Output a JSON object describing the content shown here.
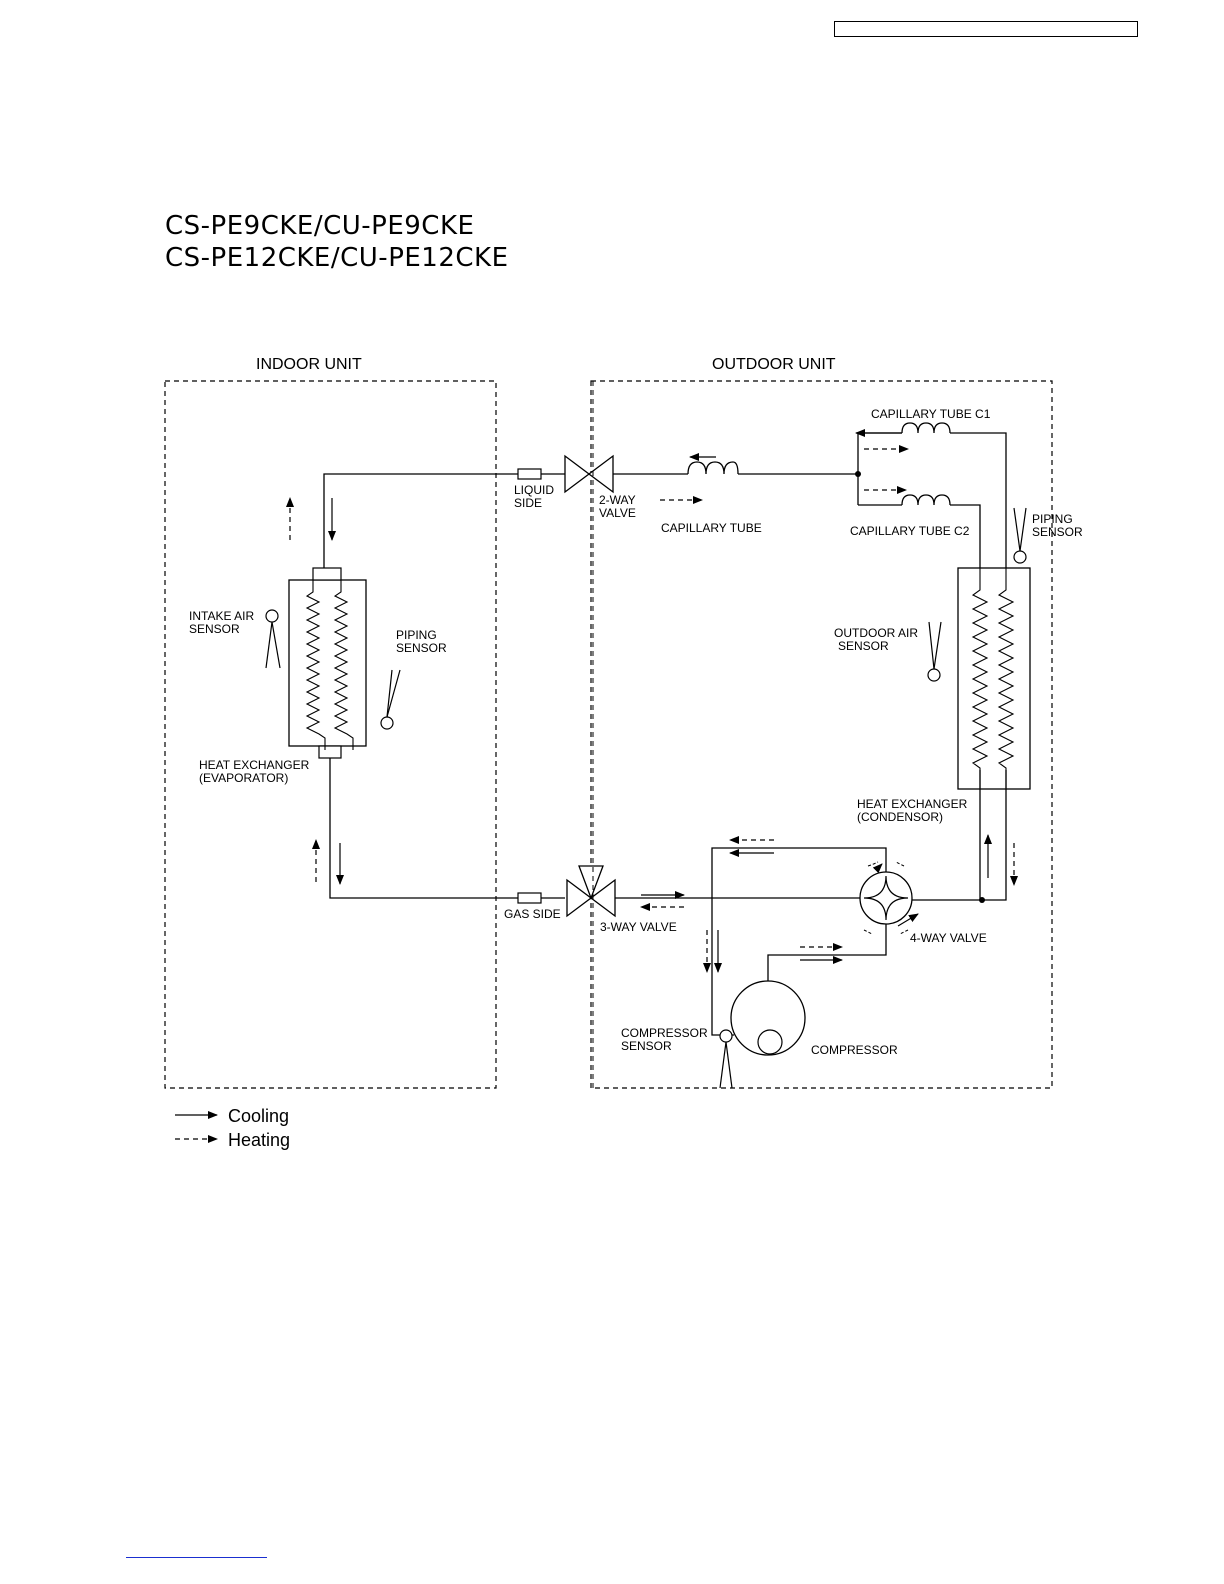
{
  "page": {
    "titles": [
      "CS-PE9CKE/CU-PE9CKE",
      "CS-PE12CKE/CU-PE12CKE"
    ]
  },
  "diagram": {
    "indoor_unit": "INDOOR UNIT",
    "outdoor_unit": "OUTDOOR UNIT",
    "liquid_side": [
      "LIQUID",
      "SIDE"
    ],
    "two_way_valve": [
      "2-WAY",
      "VALVE"
    ],
    "capillary_tube": "CAPILLARY TUBE",
    "capillary_tube_c1": "CAPILLARY TUBE C1",
    "capillary_tube_c2": "CAPILLARY TUBE C2",
    "outdoor_piping_sensor": [
      "PIPING",
      "SENSOR"
    ],
    "intake_air_sensor": [
      "INTAKE AIR",
      "SENSOR"
    ],
    "indoor_piping_sensor": [
      "PIPING",
      "SENSOR"
    ],
    "evaporator": [
      "HEAT EXCHANGER",
      "(EVAPORATOR)"
    ],
    "outdoor_air_sensor": [
      "OUTDOOR AIR",
      "SENSOR"
    ],
    "condensor": [
      "HEAT EXCHANGER",
      "(CONDENSOR)"
    ],
    "gas_side": "GAS SIDE",
    "three_way_valve": "3-WAY VALVE",
    "four_way_valve": "4-WAY VALVE",
    "compressor_sensor": [
      "COMPRESSOR",
      "SENSOR"
    ],
    "compressor": "COMPRESSOR"
  },
  "legend": {
    "cooling": "Cooling",
    "heating": "Heating"
  }
}
